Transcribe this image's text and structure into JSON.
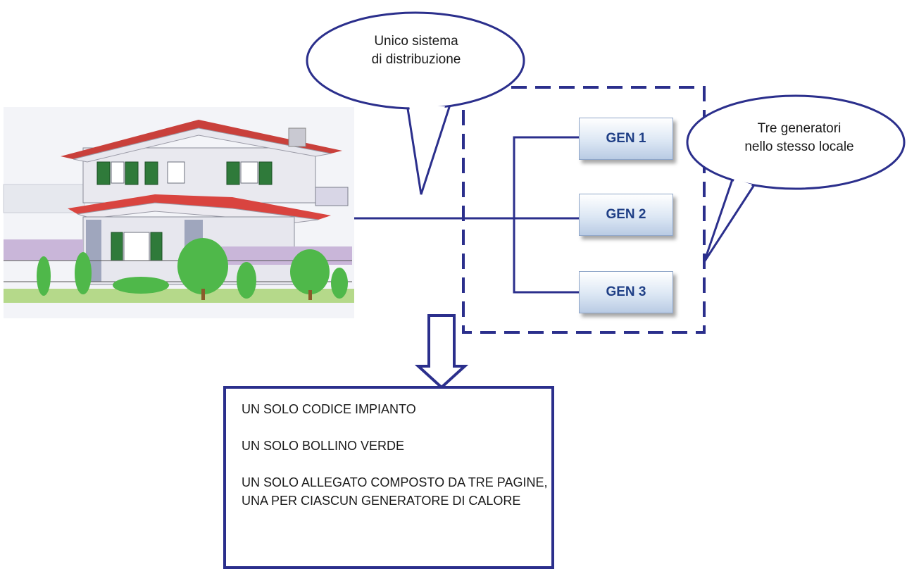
{
  "bubbles": {
    "distribution": {
      "line1": "Unico sistema",
      "line2": "di distribuzione"
    },
    "generators": {
      "line1": "Tre generatori",
      "line2": "nello stesso locale"
    }
  },
  "generators": [
    {
      "label": "GEN 1"
    },
    {
      "label": "GEN 2"
    },
    {
      "label": "GEN 3"
    }
  ],
  "result": {
    "line1": "UN SOLO CODICE IMPIANTO",
    "line2": "UN SOLO BOLLINO VERDE",
    "line3": "UN SOLO ALLEGATO COMPOSTO DA TRE PAGINE, UNA PER CIASCUN GENERATORE DI CALORE"
  },
  "colors": {
    "line": "#2b2f8c",
    "roof": "#d9443f",
    "trees": "#4fb84a",
    "gen_text": "#1f3f86"
  }
}
